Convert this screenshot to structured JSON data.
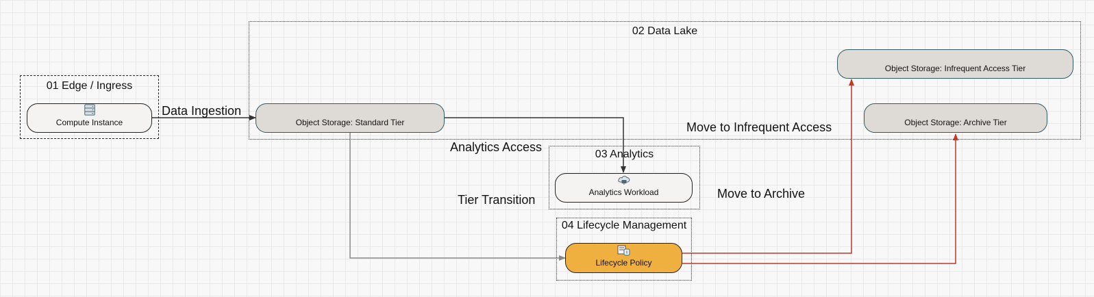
{
  "groups": {
    "edge": "01 Edge / Ingress",
    "datalake": "02 Data Lake",
    "analytics": "03 Analytics",
    "lifecycle": "04 Lifecycle Management"
  },
  "nodes": {
    "compute": "Compute Instance",
    "standard": "Object Storage: Standard Tier",
    "infrequent": "Object Storage: Infrequent Access Tier",
    "archive": "Object Storage: Archive Tier",
    "analytics": "Analytics Workload",
    "policy": "Lifecycle Policy"
  },
  "edges": {
    "ingestion": "Data Ingestion",
    "analytics_access": "Analytics Access",
    "tier_transition": "Tier Transition",
    "move_infrequent": "Move to Infrequent Access",
    "move_archive": "Move to Archive"
  },
  "colors": {
    "policy_fill": "#f0b040",
    "storage_fill": "#dedbd6",
    "storage_border": "#2e5a66",
    "lifecycle_edge": "#c0392b"
  },
  "icons": {
    "compute": "server-icon",
    "analytics": "cloud-analytics-icon",
    "policy": "policy-icon"
  }
}
